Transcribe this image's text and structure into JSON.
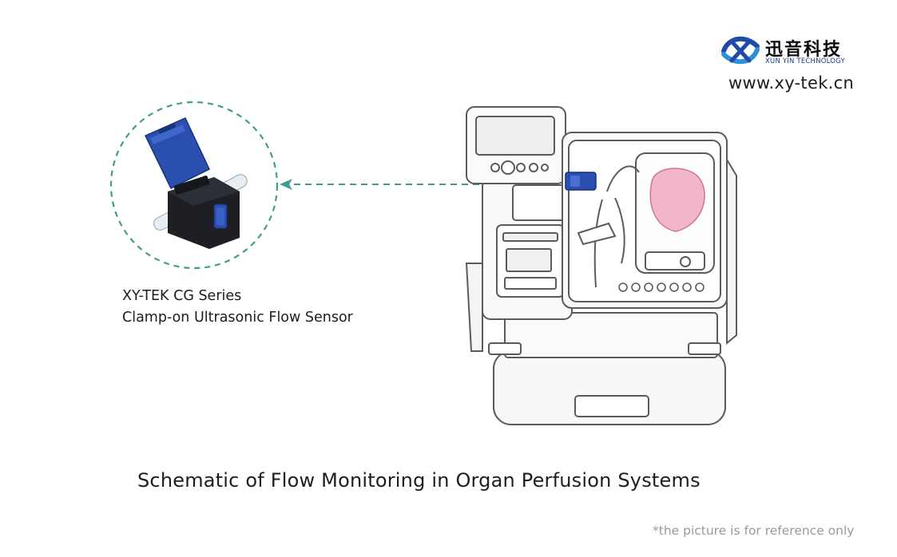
{
  "logo": {
    "name_cn": "迅音科技",
    "name_en": "XUN YIN TECHNOLOGY",
    "brand_color": "#1f4aa8"
  },
  "website": "www.xy-tek.cn",
  "sensor_caption": {
    "line1": "XY-TEK CG Series",
    "line2": "Clamp-on Ultrasonic Flow Sensor"
  },
  "main_title": "Schematic of Flow Monitoring in Organ Perfusion Systems",
  "footnote": "*the picture is for reference only",
  "colors": {
    "dashed_teal": "#3f9c8e",
    "sensor_blue": "#2a4fb0",
    "machine_outline": "#555555",
    "organ_pink": "#f3b6c8"
  }
}
